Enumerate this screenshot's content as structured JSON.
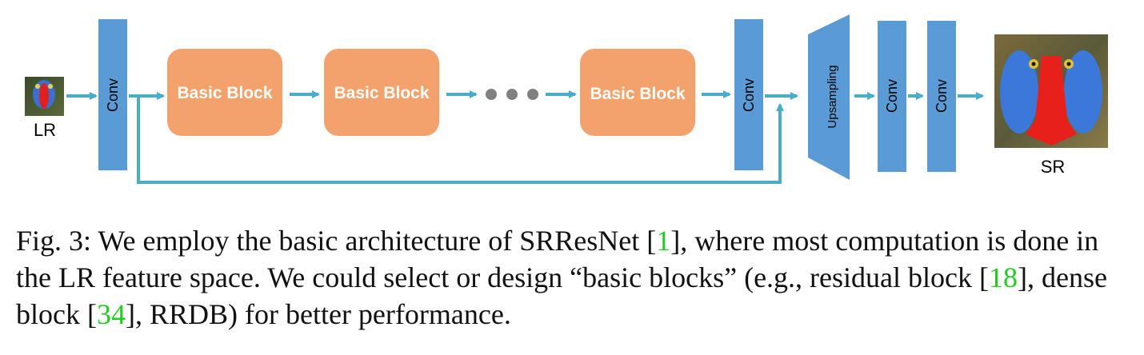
{
  "diagram": {
    "lr_label": "LR",
    "sr_label": "SR",
    "conv_label": "Conv",
    "upsampling_label": "Upsampling",
    "basic_block_label": "Basic Block",
    "colors": {
      "conv": "#5b9bd5",
      "basic_block": "#f4a26b",
      "arrow": "#4bacc6",
      "dots": "#808080",
      "block_text": "#ffffff"
    }
  },
  "caption": {
    "fig_label": "Fig. 3:",
    "text_part1": " We employ the basic architecture of SRResNet ",
    "ref1": "1",
    "text_part2": ", where most computation is done in the LR feature space. We could select or design “basic blocks” (e.g., residual block ",
    "ref2": "18",
    "text_part3": ", dense block ",
    "ref3": "34",
    "text_part4": ", RRDB) for better performance."
  }
}
